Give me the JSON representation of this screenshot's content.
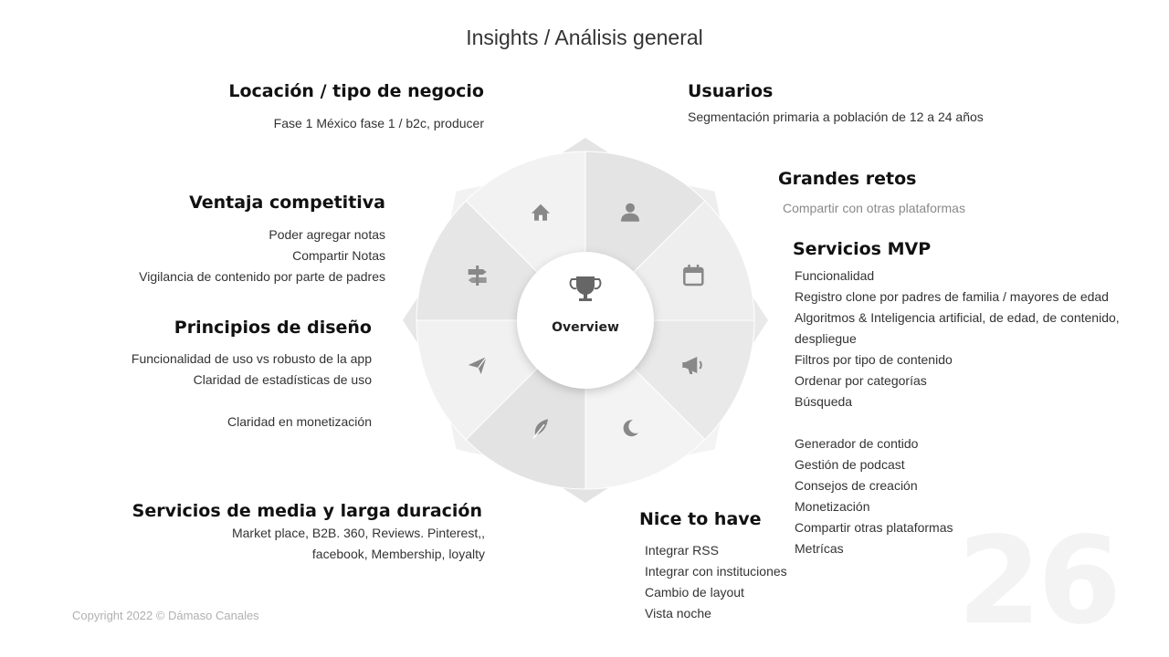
{
  "title": "Insights / Análisis general",
  "center": {
    "label": "Overview"
  },
  "wheel_icons": [
    "home-icon",
    "user-icon",
    "calendar-icon",
    "megaphone-icon",
    "moon-icon",
    "feather-icon",
    "send-icon",
    "signpost-icon"
  ],
  "sections": {
    "location": {
      "heading": "Locación / tipo de negocio",
      "lines": [
        "Fase 1 México fase 1  / b2c, producer"
      ]
    },
    "users": {
      "heading": "Usuarios",
      "lines": [
        "Segmentación primaria a población de 12 a 24 años"
      ]
    },
    "challenges": {
      "heading": "Grandes retos",
      "lines": [
        "Compartir con otras plataformas"
      ]
    },
    "competitive": {
      "heading": "Ventaja competitiva",
      "lines": [
        "Poder agregar notas",
        "Compartir Notas",
        "Vigilancia de contenido por parte de padres"
      ]
    },
    "mvp": {
      "heading": "Servicios MVP",
      "lines": [
        "Funcionalidad",
        "Registro clone por padres de familia / mayores de edad",
        "Algoritmos & Inteligencia artificial, de edad, de contenido,",
        "despliegue",
        "Filtros por tipo de contenido",
        "Ordenar por categorías",
        "Búsqueda",
        "",
        "Generador de contido",
        "Gestión de podcast",
        "Consejos de creación",
        "Monetización",
        "Compartir otras plataformas",
        "Metrícas"
      ]
    },
    "design": {
      "heading": "Principios de diseño",
      "lines": [
        "Funcionalidad de uso vs robusto de la app",
        "Claridad de estadísticas de uso",
        "",
        "Claridad en monetización"
      ]
    },
    "media": {
      "heading": "Servicios de media y larga duración",
      "lines": [
        "Market place, B2B. 360, Reviews. Pinterest,,",
        "facebook, Membership, loyalty"
      ]
    },
    "nice": {
      "heading": "Nice to have",
      "lines": [
        "Integrar RSS",
        "Integrar con instituciones",
        "Cambio de layout",
        "Vista noche"
      ]
    }
  },
  "page_number": "26",
  "copyright": "Copyright  2022 © Dámaso Canales"
}
